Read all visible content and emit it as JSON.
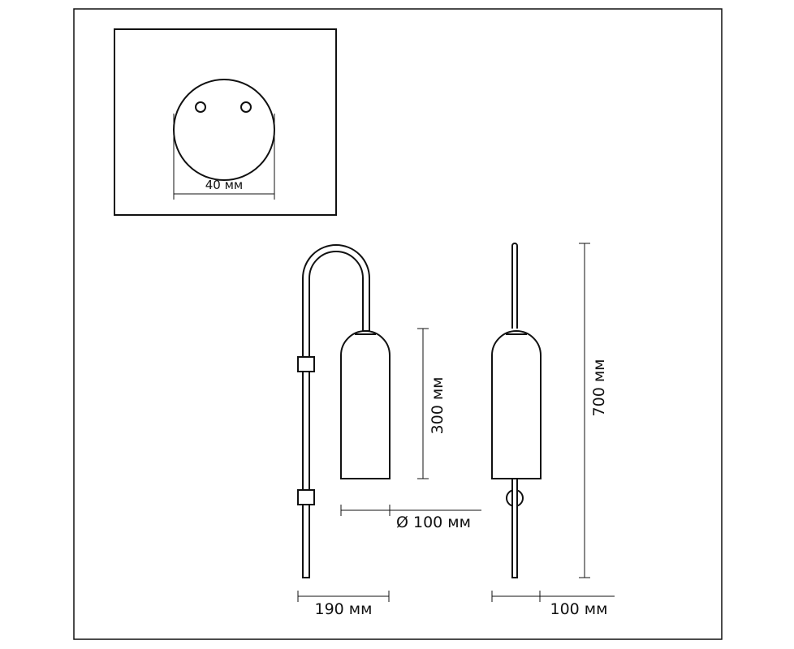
{
  "inset": {
    "mount_width_label": "40 мм"
  },
  "side_view": {
    "shade_height_label": "300 мм",
    "shade_diameter_label": "Ø 100 мм",
    "projection_label": "190 мм"
  },
  "front_view": {
    "total_height_label": "700 мм",
    "width_label": "100 мм"
  },
  "colors": {
    "line": "#111111",
    "background": "#ffffff"
  }
}
